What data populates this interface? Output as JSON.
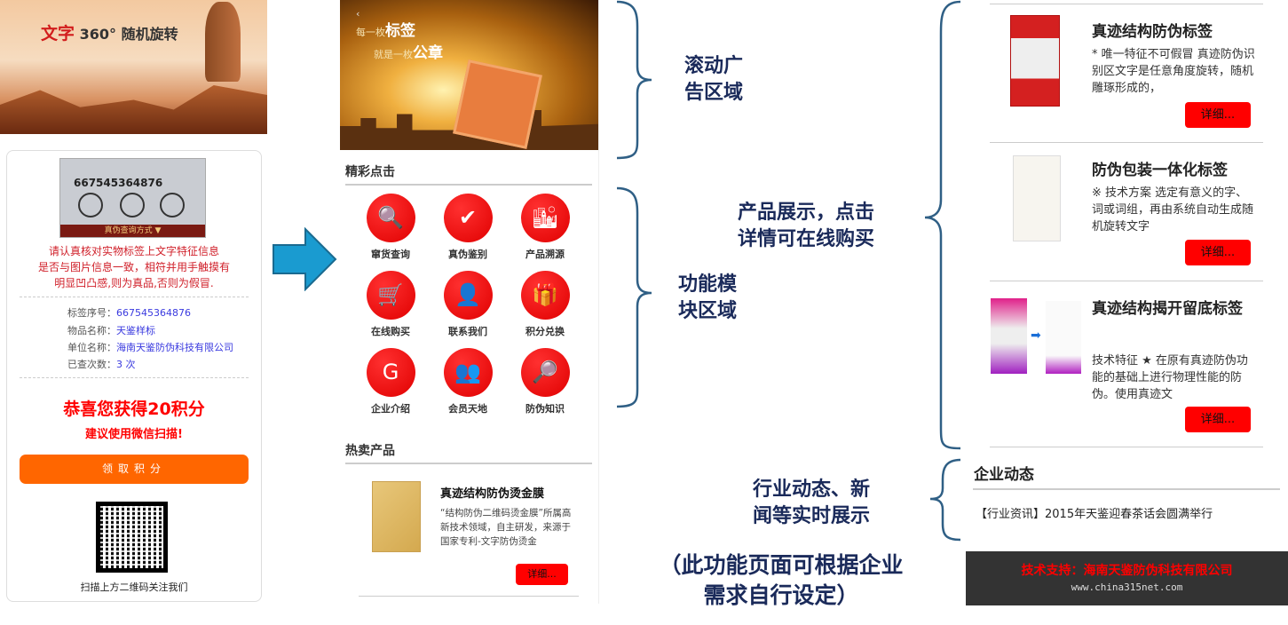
{
  "left_phone": {
    "banner": {
      "brand_text": "文字",
      "title_rest": "360° 随机旋转"
    },
    "label_image": {
      "code": "667545364876",
      "caption": "真伪查询方式 ▼"
    },
    "warning": [
      "请认真核对实物标签上文字特征信息",
      "是否与图片信息一致，相符并用手触摸有",
      "明显凹凸感,则为真品,否则为假冒."
    ],
    "info": [
      {
        "label": "标签序号：",
        "value": "667545364876"
      },
      {
        "label": "物品名称：",
        "value": "天鉴样标"
      },
      {
        "label": "单位名称：",
        "value": "海南天鉴防伪科技有限公司"
      },
      {
        "label": "已查次数：",
        "value": "3  次"
      }
    ],
    "congrats": "恭喜您获得20积分",
    "suggest": "建议使用微信扫描!",
    "claim_button": "领取积分",
    "qr_caption": "扫描上方二维码关注我们"
  },
  "middle_phone": {
    "banner": {
      "line1_small": "每一枚",
      "line1_big": "标签",
      "line2_small": "就是一枚",
      "line2_big": "公章"
    },
    "features_title": "精彩点击",
    "features": [
      {
        "label": "窜货查询",
        "icon": "magnifier-chart-icon",
        "glyph": "🔍"
      },
      {
        "label": "真伪鉴别",
        "icon": "verify-icon",
        "glyph": "✔"
      },
      {
        "label": "产品溯源",
        "icon": "city-icon",
        "glyph": "🏙"
      },
      {
        "label": "在线购买",
        "icon": "cart-icon",
        "glyph": "🛒"
      },
      {
        "label": "联系我们",
        "icon": "contact-person-icon",
        "glyph": "👤"
      },
      {
        "label": "积分兑换",
        "icon": "gift-icon",
        "glyph": "🎁"
      },
      {
        "label": "企业介绍",
        "icon": "company-logo-icon",
        "glyph": "G"
      },
      {
        "label": "会员天地",
        "icon": "members-icon",
        "glyph": "👥"
      },
      {
        "label": "防伪知识",
        "icon": "knowledge-search-icon",
        "glyph": "🔎"
      }
    ],
    "hot_title": "热卖产品",
    "hot_product": {
      "name": "真迹结构防伪烫金膜",
      "desc": "“结构防伪二维码烫金膜”所属高新技术领域，自主研发，来源于国家专利-文字防伪烫金",
      "button": "详细..."
    }
  },
  "annotations": {
    "ad": [
      "滚动广",
      "告区域"
    ],
    "func": [
      "功能模",
      "块区域"
    ],
    "product": [
      "产品展示，点击",
      "详情可在线购买"
    ],
    "news": [
      "行业动态、新",
      "闻等实时展示"
    ],
    "note": [
      "（此功能页面可根据企业",
      "需求自行设定）"
    ]
  },
  "right_phone": {
    "products": [
      {
        "name": "真迹结构防伪标签",
        "desc": "* 唯一特征不可假冒 真迹防伪识别区文字是任意角度旋转，随机雕琢形成的，",
        "button": "详细..."
      },
      {
        "name": "防伪包装一体化标签",
        "desc": "※ 技术方案 选定有意义的字、词或词组，再由系统自动生成随机旋转文字",
        "button": "详细..."
      },
      {
        "name": "真迹结构揭开留底标签",
        "desc": "技术特征 ★ 在原有真迹防伪功能的基础上进行物理性能的防伪。使用真迹文",
        "button": "详细..."
      }
    ],
    "news_title": "企业动态",
    "news_item": "【行业资讯】2015年天鉴迎春茶话会圆满举行",
    "footer_support": "技术支持：海南天鉴防伪科技有限公司",
    "footer_url": "www.china315net.com"
  },
  "colors": {
    "accent_red": "#ff0000",
    "orange": "#ff6600",
    "annotation": "#1a2a5a",
    "bracket": "#2f5f85"
  }
}
